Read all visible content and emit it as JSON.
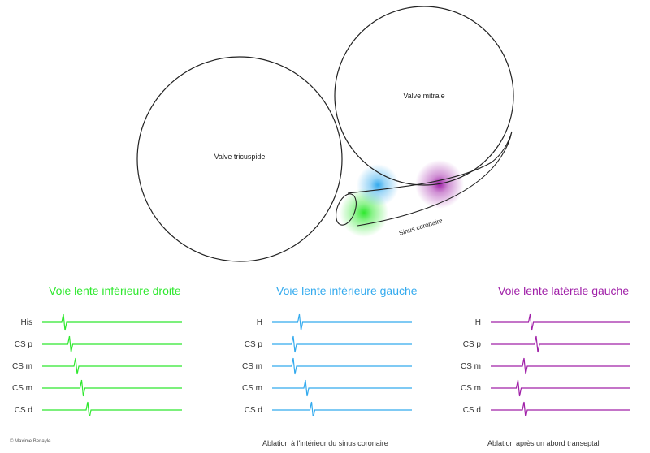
{
  "diagram": {
    "tricuspid_label": "Valve tricuspide",
    "mitral_label": "Valve mitrale",
    "sinus_label": "Sinus coronaire"
  },
  "colors": {
    "green": "#2ee82e",
    "blue": "#33aaee",
    "purple": "#a020a8",
    "outline": "#222222"
  },
  "panels": [
    {
      "title": "Voie lente inférieure droite",
      "color": "#2ee82e",
      "leads": [
        "His",
        "CS p",
        "CS m",
        "CS m",
        "CS d"
      ],
      "spike_order": [
        1,
        2,
        3,
        4,
        5
      ],
      "footer": ""
    },
    {
      "title": "Voie lente inférieure gauche",
      "color": "#33aaee",
      "leads": [
        "H",
        "CS p",
        "CS m",
        "CS m",
        "CS d"
      ],
      "spike_order": [
        2,
        1,
        1,
        3,
        4
      ],
      "footer": "Ablation à l'intérieur du sinus coronaire"
    },
    {
      "title": "Voie lente latérale gauche",
      "color": "#a020a8",
      "leads": [
        "H",
        "CS p",
        "CS m",
        "CS m",
        "CS d"
      ],
      "spike_order": [
        4,
        5,
        3,
        2,
        3
      ],
      "footer": "Ablation après un abord transeptal"
    }
  ],
  "copyright": "© Maxime Benayle"
}
